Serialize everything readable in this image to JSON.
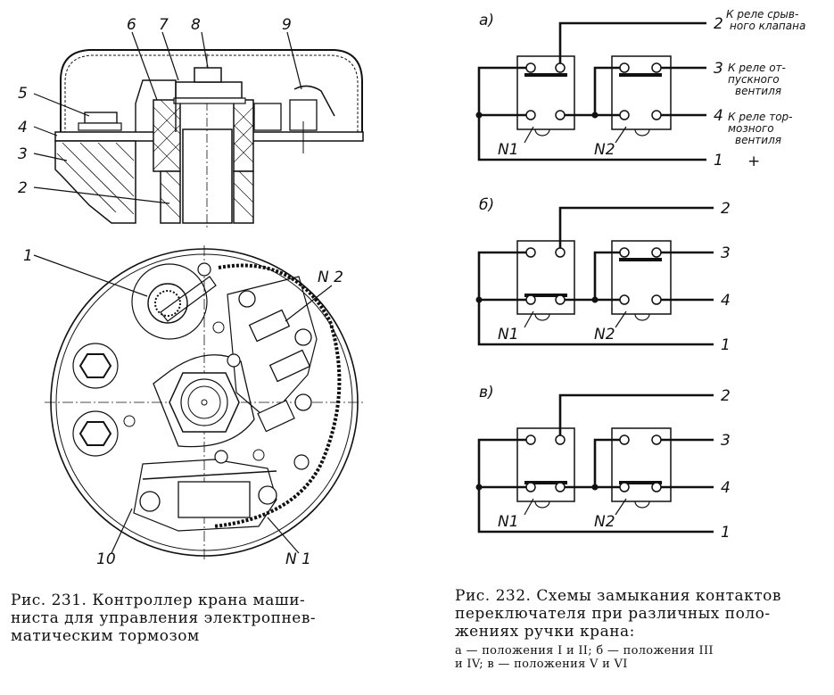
{
  "figure_231": {
    "caption_lines": [
      "Рис. 231. Контроллер крана маши-",
      "ниста для управления электропнев-",
      "матическим тормозом"
    ],
    "part_labels": [
      "1",
      "2",
      "3",
      "4",
      "5",
      "6",
      "7",
      "8",
      "9",
      "10"
    ],
    "switch_labels": {
      "n1": "N 1",
      "n2": "N 2"
    }
  },
  "figure_232": {
    "caption_lines": [
      "Рис. 232. Схемы замыкания контактов",
      "переключателя при различных поло-",
      "жениях ручки крана:"
    ],
    "subcaption_lines": [
      "а — положения I и II; б — положения III",
      "и IV; в — положения V и VI"
    ],
    "terminal_notes": {
      "t2": [
        "К реле срыв-",
        "ного клапана"
      ],
      "t3": [
        "К реле от-",
        "пускного",
        "вентиля"
      ],
      "t4": [
        "К реле тор-",
        "мозного",
        "вентиля"
      ],
      "t1_sign": "+"
    },
    "schemes": [
      {
        "letter": "а)",
        "n1_label": "N1",
        "n2_label": "N2",
        "terminals": [
          "2",
          "3",
          "4",
          "1"
        ],
        "n1_closed": "top",
        "n2_closed": "top"
      },
      {
        "letter": "б)",
        "n1_label": "N1",
        "n2_label": "N2",
        "terminals": [
          "2",
          "3",
          "4",
          "1"
        ],
        "n1_closed": "bottom",
        "n2_closed": "top"
      },
      {
        "letter": "в)",
        "n1_label": "N1",
        "n2_label": "N2",
        "terminals": [
          "2",
          "3",
          "4",
          "1"
        ],
        "n1_closed": "bottom",
        "n2_closed": "bottom"
      }
    ]
  }
}
